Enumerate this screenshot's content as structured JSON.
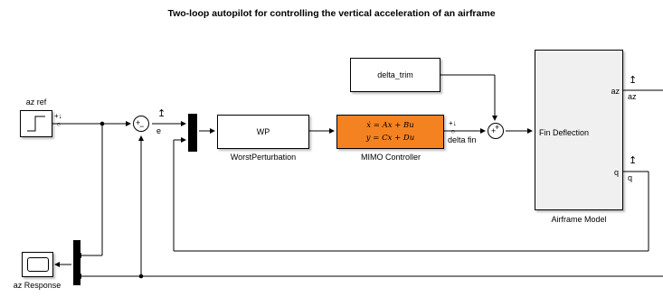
{
  "title": "Two-loop autopilot for controlling the vertical acceleration of an airframe",
  "blocks": {
    "az_ref": "az ref",
    "wp_block": "WP",
    "wp_caption": "WorstPerturbation",
    "controller_eq1": "ẋ = Ax + Bu",
    "controller_eq2": "y = Cx + Du",
    "controller_caption": "MIMO Controller",
    "delta_trim": "delta_trim",
    "airframe_input": "Fin Deflection",
    "airframe_out_az": "az",
    "airframe_out_q": "q",
    "airframe_caption": "Airframe Model",
    "scope_caption": "az Response"
  },
  "signals": {
    "e": "e",
    "delta_fin": "delta fin",
    "az": "az",
    "q": "q"
  },
  "colors": {
    "controller_fill": "#f58220",
    "block_fill": "#ffffff",
    "airframe_fill": "#f0f0f0"
  }
}
